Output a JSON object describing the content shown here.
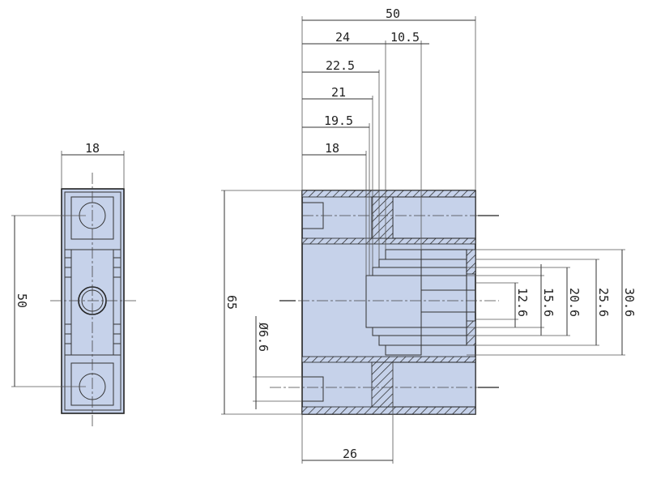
{
  "colors": {
    "part_fill": "#c6d2ea",
    "line": "#222222",
    "hatch": "#222222"
  },
  "side_view": {
    "width_dim": "18",
    "height_dim": "50"
  },
  "front_view": {
    "top_dims": [
      "50",
      "24",
      "10.5",
      "22.5",
      "21",
      "19.5",
      "18"
    ],
    "overall_height": "65",
    "hole_diameter": "Ø6.6",
    "bottom_dim": "26",
    "right_dims": [
      "12.6",
      "15.6",
      "20.6",
      "25.6",
      "30.6"
    ]
  }
}
